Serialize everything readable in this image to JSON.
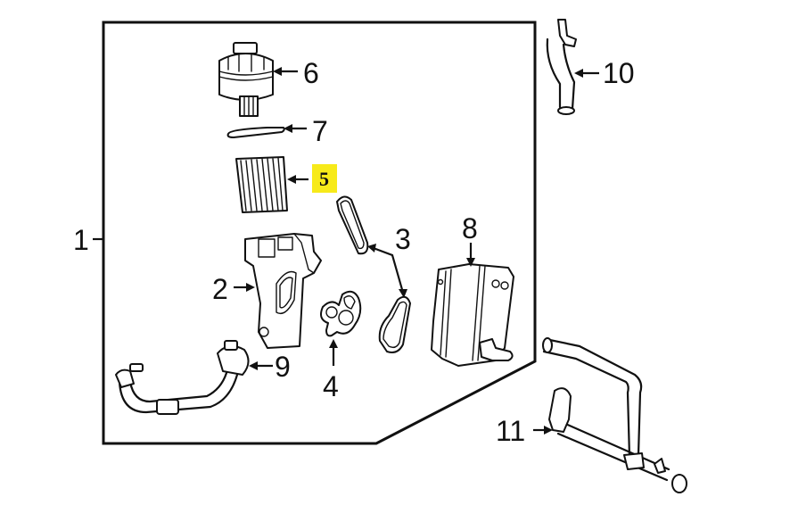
{
  "diagram": {
    "title": "Oil filter housing and cooler assembly — exploded parts view",
    "highlight_color": "#f7ea1a",
    "line_color": "#111111",
    "background": "#ffffff",
    "highlighted_callout": "5",
    "callouts": [
      {
        "id": "1",
        "label": "1",
        "part": "housing-assembly-frame"
      },
      {
        "id": "2",
        "label": "2",
        "part": "filter-housing"
      },
      {
        "id": "3",
        "label": "3",
        "part": "housing-gaskets"
      },
      {
        "id": "4",
        "label": "4",
        "part": "cooler-seal"
      },
      {
        "id": "5",
        "label": "5",
        "part": "oil-filter-element"
      },
      {
        "id": "6",
        "label": "6",
        "part": "filter-cap"
      },
      {
        "id": "7",
        "label": "7",
        "part": "cap-o-ring"
      },
      {
        "id": "8",
        "label": "8",
        "part": "oil-cooler"
      },
      {
        "id": "9",
        "label": "9",
        "part": "cooler-line"
      },
      {
        "id": "10",
        "label": "10",
        "part": "coolant-hose-upper"
      },
      {
        "id": "11",
        "label": "11",
        "part": "coolant-pipe-assembly"
      }
    ]
  }
}
